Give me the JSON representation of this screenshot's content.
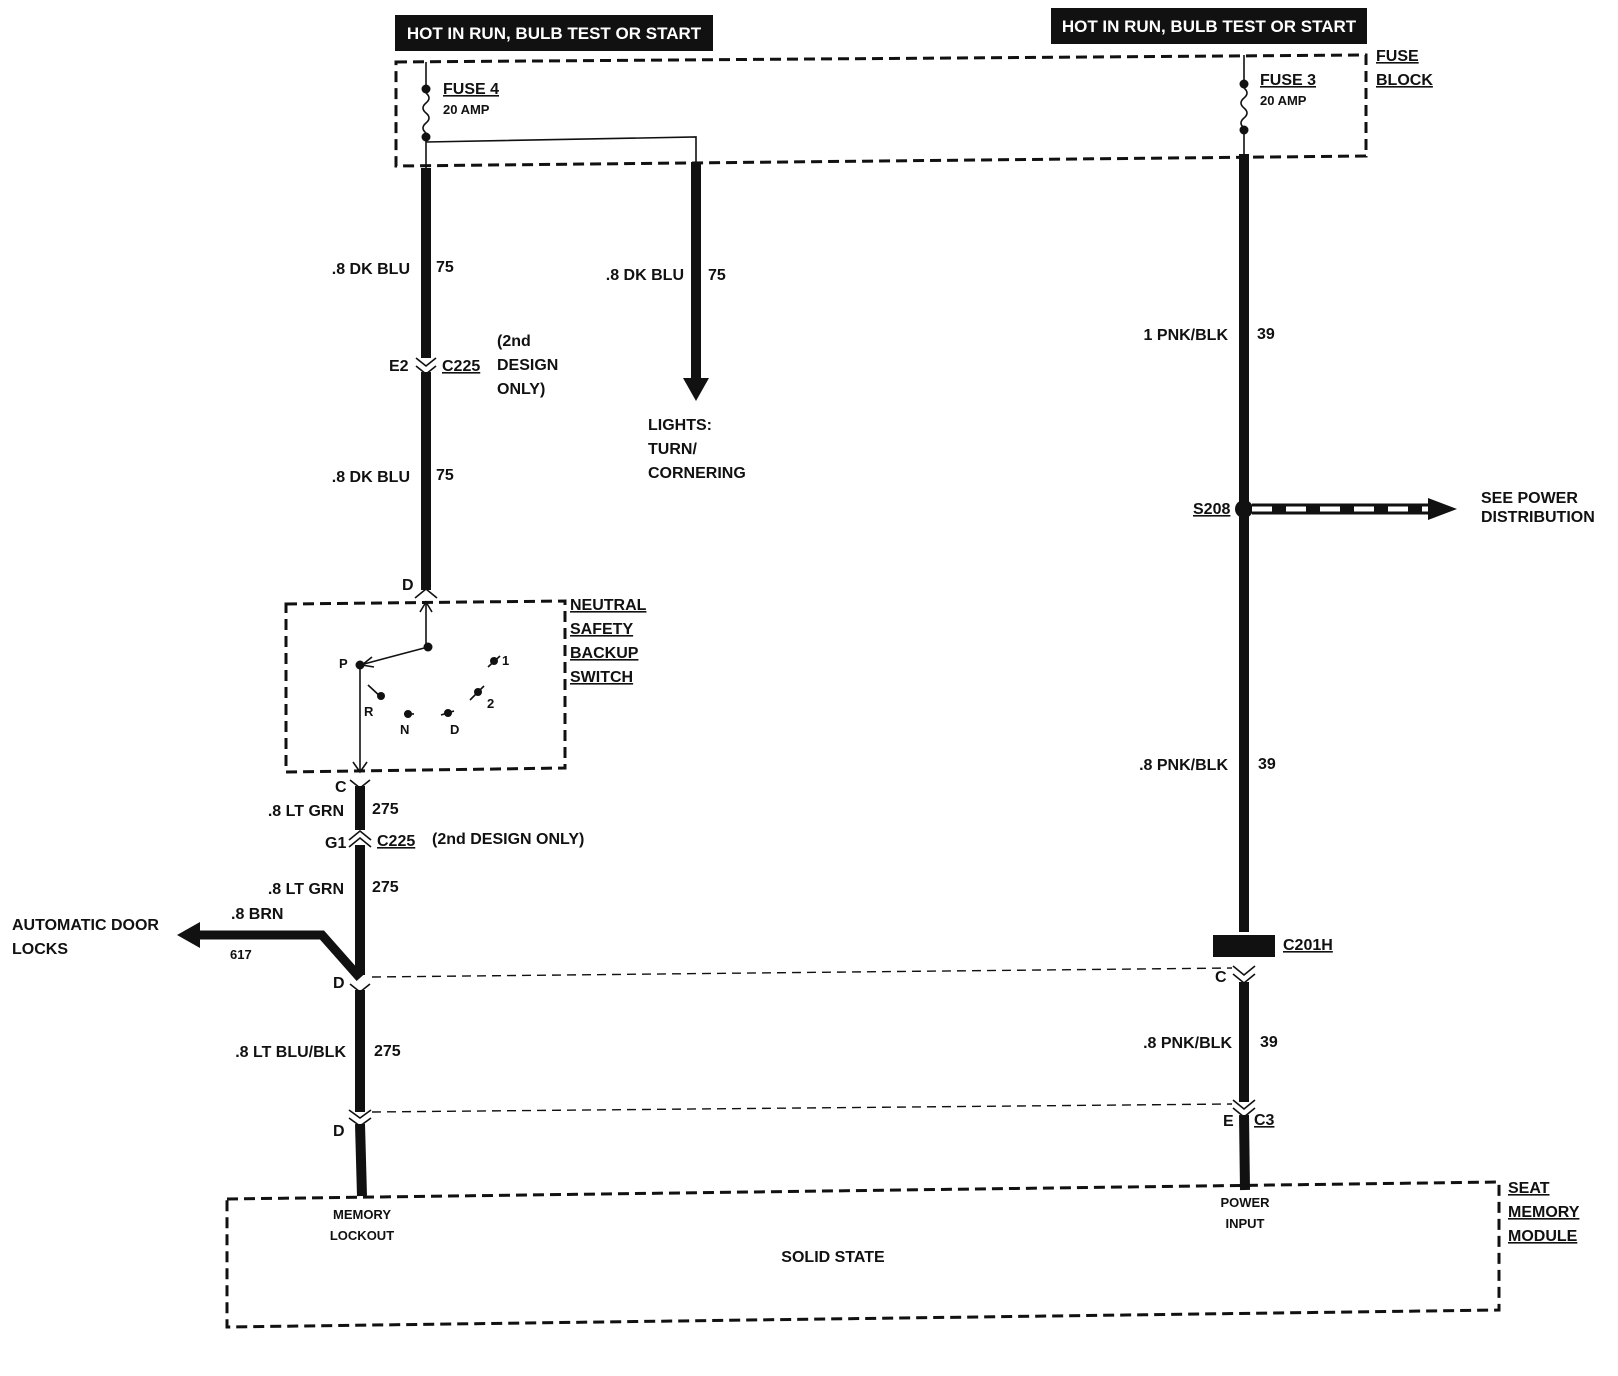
{
  "headers": {
    "left": "HOT IN RUN, BULB TEST OR START",
    "right": "HOT IN RUN, BULB TEST OR START"
  },
  "fuse_block": {
    "line1": "FUSE",
    "line2": "BLOCK"
  },
  "fuse4": {
    "name": "FUSE 4",
    "rating": "20 AMP"
  },
  "fuse3": {
    "name": "FUSE 3",
    "rating": "20 AMP"
  },
  "wires": {
    "w1": {
      "label": ".8 DK BLU",
      "circuit": "75"
    },
    "w2": {
      "label": ".8 DK BLU",
      "circuit": "75"
    },
    "w3": {
      "label": ".8 DK BLU",
      "circuit": "75"
    },
    "w4": {
      "label": "1 PNK/BLK",
      "circuit": "39"
    },
    "w5": {
      "label": ".8 PNK/BLK",
      "circuit": "39"
    },
    "w6": {
      "label": ".8 LT GRN",
      "circuit": "275"
    },
    "w7": {
      "label": ".8 LT GRN",
      "circuit": "275"
    },
    "w8": {
      "label": ".8 BRN",
      "circuit": "617"
    },
    "w9": {
      "label": ".8 LT BLU/BLK",
      "circuit": "275"
    },
    "w10": {
      "label": ".8 PNK/BLK",
      "circuit": "39"
    }
  },
  "connectors": {
    "c225_top": {
      "pin": "E2",
      "name": "C225",
      "note1": "(2nd",
      "note2": "DESIGN",
      "note3": "ONLY)"
    },
    "c225_bottom": {
      "pin": "G1",
      "name": "C225",
      "note": "(2nd DESIGN ONLY)"
    },
    "nss_in_pin": "D",
    "nss_out_pin": "C",
    "lock_d1": "D",
    "lock_d2": "D",
    "c201h": {
      "name": "C201H",
      "pin": "C"
    },
    "c3": {
      "name": "C3",
      "pin": "E"
    }
  },
  "lights": {
    "line1": "LIGHTS:",
    "line2": "TURN/",
    "line3": "CORNERING"
  },
  "splice": {
    "name": "S208",
    "see1": "SEE POWER",
    "see2": "DISTRIBUTION"
  },
  "switch": {
    "title": [
      "NEUTRAL",
      "SAFETY",
      "BACKUP",
      "SWITCH"
    ],
    "positions": {
      "p": "P",
      "r": "R",
      "n": "N",
      "d": "D",
      "two": "2",
      "one": "1"
    }
  },
  "door_locks": {
    "line1": "AUTOMATIC DOOR",
    "line2": "LOCKS"
  },
  "module": {
    "title": [
      "SEAT",
      "MEMORY",
      "MODULE"
    ],
    "memory1": "MEMORY",
    "memory2": "LOCKOUT",
    "power1": "POWER",
    "power2": "INPUT",
    "solid_state": "SOLID STATE"
  }
}
